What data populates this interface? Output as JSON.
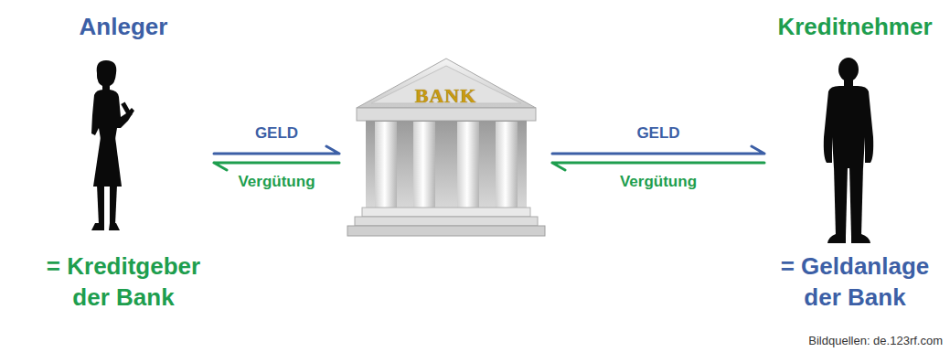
{
  "diagram": {
    "nodes": [
      {
        "text": [
          "Anleger",
          "= Kreditgeber der Bank"
        ]
      },
      {
        "text": [
          "BANK"
        ]
      },
      {
        "text": [
          "Kreditnehmer",
          "= Geldanlage der Bank"
        ]
      }
    ],
    "edges": [
      {
        "from": 0,
        "to": 1,
        "label": "GELD",
        "arrow": "to"
      },
      {
        "from": 1,
        "to": 0,
        "label": "Vergütung",
        "arrow": "to"
      },
      {
        "from": 1,
        "to": 2,
        "label": "GELD",
        "arrow": "to"
      },
      {
        "from": 2,
        "to": 1,
        "label": "Vergütung",
        "arrow": "to"
      }
    ],
    "labels": [
      "Bildquellen: de.123rf.com"
    ]
  }
}
